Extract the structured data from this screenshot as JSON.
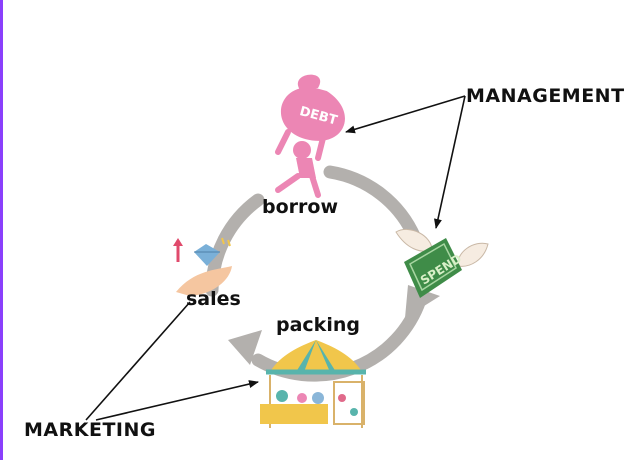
{
  "diagram": {
    "nodes": [
      {
        "id": "borrow",
        "label": "borrow",
        "icon": "debt-bag-lifter-icon"
      },
      {
        "id": "spend",
        "label": "",
        "icon": "winged-spend-money-icon",
        "icon_text": "SPEND"
      },
      {
        "id": "packing",
        "label": "packing",
        "icon": "market-stall-icon"
      },
      {
        "id": "sales",
        "label": "sales",
        "icon": "hand-diamond-icon"
      }
    ],
    "debt_text": "DEBT",
    "callouts": [
      {
        "id": "management",
        "label": "MANAGEMENT",
        "points_to": [
          "borrow",
          "spend"
        ]
      },
      {
        "id": "marketing",
        "label": "MARKETING",
        "points_to": [
          "sales",
          "packing"
        ]
      }
    ],
    "colors": {
      "cycle_arrow": "#b3b0ad",
      "debt_pink": "#ec86b4",
      "money_green": "#3f8c48",
      "stall_teal": "#58b4ac",
      "stall_yellow": "#f1c64b",
      "frame_purple": "#8a3ffc"
    }
  }
}
